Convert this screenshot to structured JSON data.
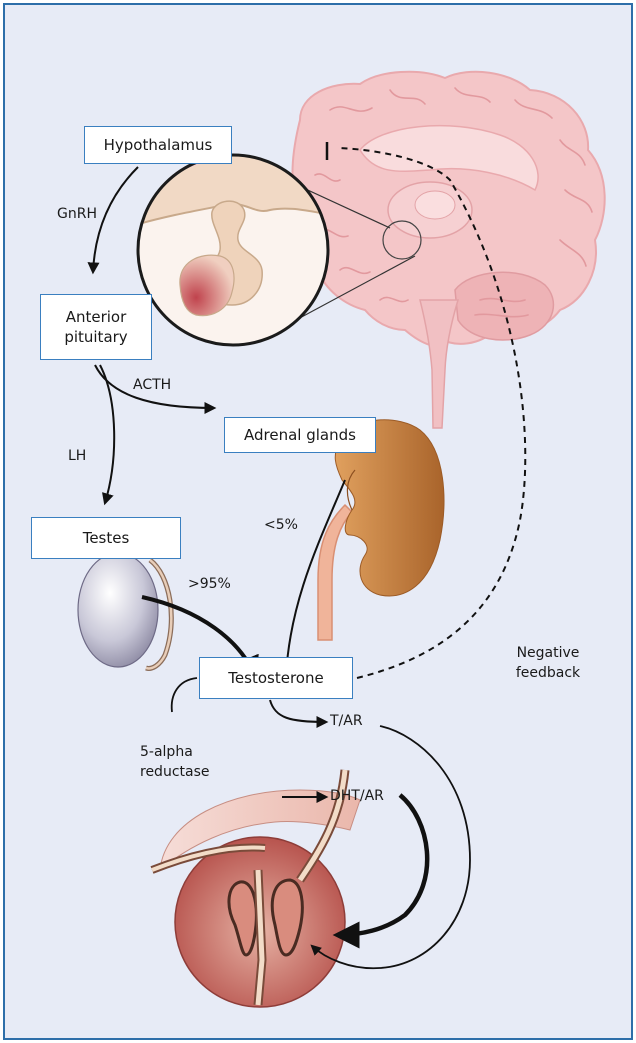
{
  "boxes": {
    "hypothalamus": "Hypothalamus",
    "anterior_pituitary": "Anterior pituitary",
    "adrenal_glands": "Adrenal glands",
    "testes": "Testes",
    "testosterone": "Testosterone"
  },
  "labels": {
    "gnrh": "GnRH",
    "acth": "ACTH",
    "lh": "LH",
    "lt5": "<5%",
    "gt95": ">95%",
    "negative_feedback": "Negative feedback",
    "five_alpha_reductase": "5-alpha reductase",
    "t_ar": "T/AR",
    "dht_ar": "DHT/AR"
  },
  "colors": {
    "frame": "#2d6ea9",
    "background": "#e7ebf6",
    "box_border": "#3a7fc0",
    "brain": "#f4c6c8",
    "kidney": "#c27a3c",
    "prostate": "#b4534e"
  }
}
